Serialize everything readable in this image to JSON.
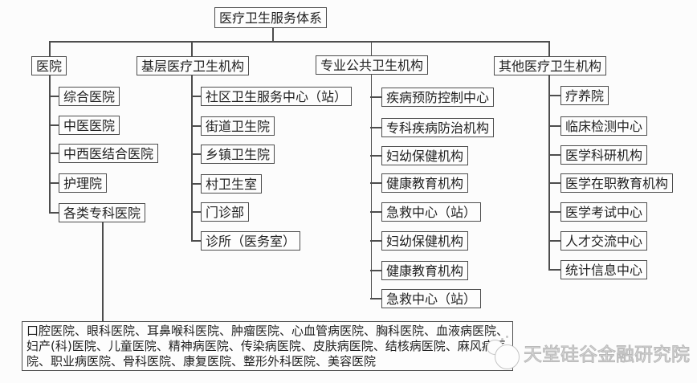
{
  "diagram": {
    "root": "医疗卫生服务体系",
    "branches": [
      {
        "label": "医院",
        "children": [
          "综合医院",
          "中医医院",
          "中西医结合医院",
          "护理院",
          "各类专科医院"
        ]
      },
      {
        "label": "基层医疗卫生机构",
        "children": [
          "社区卫生服务中心（站）",
          "街道卫生院",
          "乡镇卫生院",
          "村卫生室",
          "门诊部",
          "诊所（医务室）"
        ]
      },
      {
        "label": "专业公共卫生机构",
        "children": [
          "疾病预防控制中心",
          "专科疾病防治机构",
          "妇幼保健机构",
          "健康教育机构",
          "急救中心（站）",
          "妇幼保健机构",
          "健康教育机构",
          "急救中心（站）"
        ]
      },
      {
        "label": "其他医疗卫生机构",
        "children": [
          "疗养院",
          "临床检测中心",
          "医学科研机构",
          "医学在职教育机构",
          "医学考试中心",
          "人才交流中心",
          "统计信息中心"
        ]
      }
    ],
    "specialty_hospitals": "口腔医院、眼科医院、耳鼻喉科医院、肿瘤医院、心血管病医院、胸科医院、血液病医院、妇产(科)医院、儿童医院、精神病医院、传染病医院、皮肤病医院、结核病医院、麻风病医院、职业病医院、骨科医院、康复医院、整形外科医院、美容医院"
  },
  "watermark": {
    "text": "天堂硅谷金融研究院"
  },
  "colors": {
    "line": "#4d4d4d",
    "box_border": "#4d4d4d",
    "box_background": "#fdfdfd",
    "text": "#1f1f1f",
    "page_background": "#fcfcfc",
    "watermark": "#c4c4c4"
  }
}
